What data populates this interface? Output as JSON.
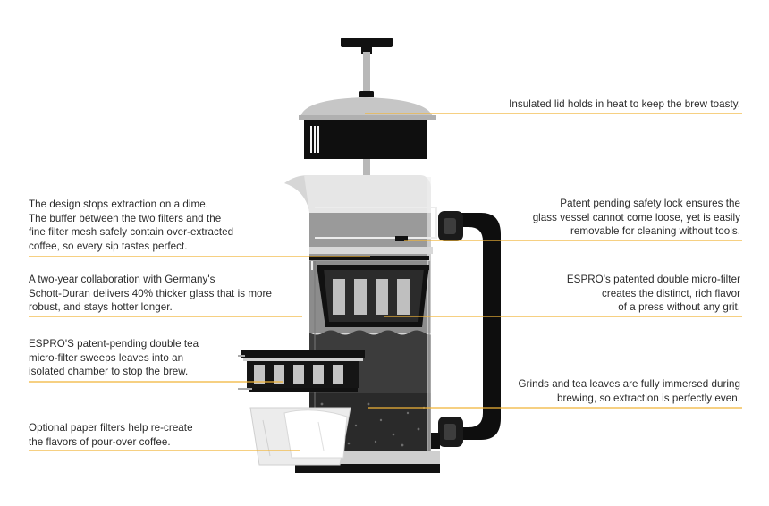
{
  "colors": {
    "leader_line": "#f1b538",
    "body_dark": "#111111",
    "glass": "#c8c8c8",
    "coffee": "#3a3a3a",
    "background": "#ffffff"
  },
  "callouts": {
    "lid": "Insulated lid holds in heat to keep the brew toasty.",
    "design": "The design stops extraction on a dime.\nThe buffer between the two filters and the\nfine filter mesh safely contain over-extracted\ncoffee, so every sip tastes perfect.",
    "safety_lock": "Patent pending safety lock ensures the\nglass vessel cannot come loose, yet is easily\nremovable for cleaning without tools.",
    "glass": "A two-year collaboration with Germany's\nSchott-Duran delivers 40% thicker glass that is more\nrobust, and stays hotter longer.",
    "micro_filter": "ESPRO's patented double micro-filter\ncreates the distinct, rich flavor\nof a press without any grit.",
    "tea_filter": "ESPRO'S patent-pending double tea\nmicro-filter sweeps leaves into an\nisolated chamber to stop the brew.",
    "immersion": "Grinds and tea leaves are fully immersed during\nbrewing, so extraction is perfectly even.",
    "paper_filter": "Optional paper filters help re-create\nthe flavors of pour-over coffee."
  }
}
